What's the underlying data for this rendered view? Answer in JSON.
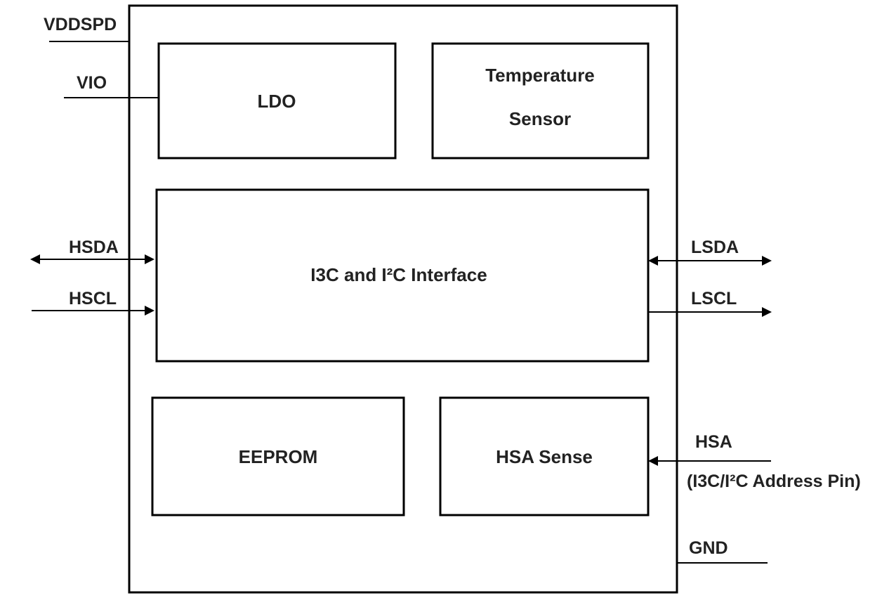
{
  "blocks": {
    "ldo": "LDO",
    "temp_sensor_line1": "Temperature",
    "temp_sensor_line2": "Sensor",
    "interface": "I3C and I²C Interface",
    "eeprom": "EEPROM",
    "hsa_sense": "HSA Sense"
  },
  "pins": {
    "vddspd": "VDDSPD",
    "vio": "VIO",
    "hsda": "HSDA",
    "hscl": "HSCL",
    "lsda": "LSDA",
    "lscl": "LSCL",
    "hsa": "HSA",
    "hsa_note": "(I3C/I²C Address Pin)",
    "gnd": "GND"
  }
}
